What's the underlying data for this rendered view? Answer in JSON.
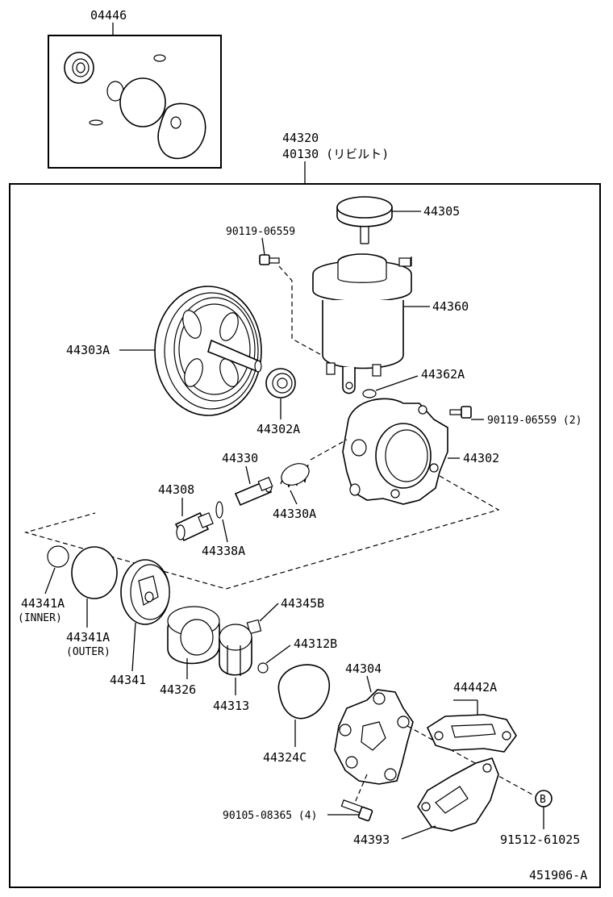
{
  "diagram_id": "451906-A",
  "kit": {
    "number": "04446"
  },
  "assembly": {
    "number": "44320",
    "rebuilt_number": "40130 (リビルト)"
  },
  "callouts": {
    "p44305": "44305",
    "p90119_top": "90119-06559",
    "p44360": "44360",
    "p44303A": "44303A",
    "p44362A": "44362A",
    "p44302A": "44302A",
    "p90119_right": "90119-06559 (2)",
    "p44330": "44330",
    "p44302": "44302",
    "p44308": "44308",
    "p44330A": "44330A",
    "p44338A": "44338A",
    "p44341A_inner": "44341A",
    "inner_note": "(INNER)",
    "p44341A_outer": "44341A",
    "outer_note": "(OUTER)",
    "p44345B": "44345B",
    "p44312B": "44312B",
    "p44341": "44341",
    "p44326": "44326",
    "p44313": "44313",
    "p44304": "44304",
    "p44442A": "44442A",
    "p44324C": "44324C",
    "p90105": "90105-08365 (4)",
    "p44393": "44393",
    "p91512": "91512-61025",
    "marker_b": "B"
  }
}
